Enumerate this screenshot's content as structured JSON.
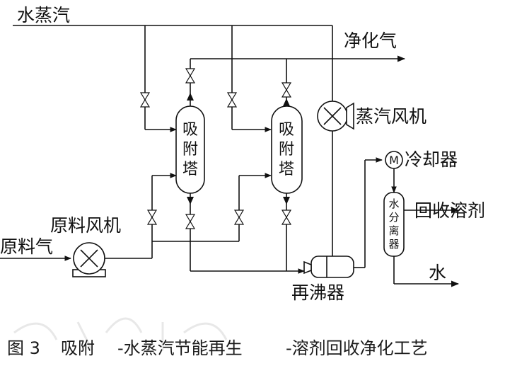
{
  "labels": {
    "steam_in": "水蒸汽",
    "clean_gas": "净化气",
    "steam_fan": "蒸汽风机",
    "cooler": "冷却器",
    "recovered_solvent": "回收溶剂",
    "water": "水",
    "reboiler": "再沸器",
    "feed_gas": "原料气",
    "feed_fan": "原料风机",
    "adsorber_1": [
      "吸",
      "附",
      "塔"
    ],
    "adsorber_2": [
      "吸",
      "附",
      "塔"
    ],
    "separator": [
      "水",
      "分",
      "离",
      "器"
    ],
    "cooler_symbol": "M"
  },
  "caption": {
    "figure_no": "图 3",
    "part1": "吸附",
    "part2": "-水蒸汽节能再生",
    "part3": "-溶剂回收净化工艺"
  },
  "colors": {
    "line": "#111111",
    "caption_text": "#1a1a1a"
  }
}
